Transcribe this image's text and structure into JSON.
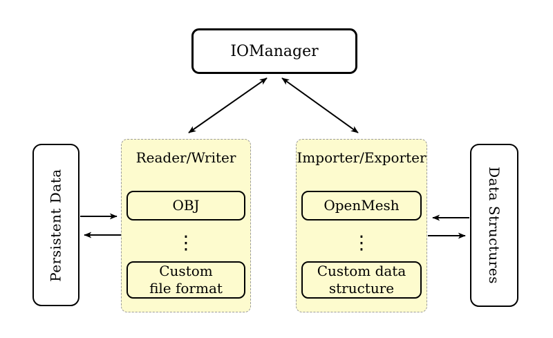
{
  "title_node": {
    "label": "IOManager"
  },
  "side_left": {
    "label": "Persistent Data"
  },
  "side_right": {
    "label": "Data Structures"
  },
  "module_left": {
    "title": "Reader/Writer",
    "item_top": "OBJ",
    "ellipsis": "⋮",
    "item_bottom_line1": "Custom",
    "item_bottom_line2": "file format"
  },
  "module_right": {
    "title": "Importer/Exporter",
    "item_top": "OpenMesh",
    "ellipsis": "⋮",
    "item_bottom_line1": "Custom data",
    "item_bottom_line2": "structure"
  },
  "edges": [
    {
      "from": "IOManager",
      "to": "Reader/Writer",
      "style": "bidirectional"
    },
    {
      "from": "IOManager",
      "to": "Importer/Exporter",
      "style": "bidirectional"
    },
    {
      "from": "Persistent Data",
      "to": "Reader/Writer",
      "style": "one-way"
    },
    {
      "from": "Reader/Writer",
      "to": "Persistent Data",
      "style": "one-way"
    },
    {
      "from": "Data Structures",
      "to": "Importer/Exporter",
      "style": "one-way"
    },
    {
      "from": "Importer/Exporter",
      "to": "Data Structures",
      "style": "one-way"
    }
  ],
  "colors": {
    "module_fill": "#fdfbce",
    "module_border": "#9a9a9a",
    "node_fill": "#ffffff",
    "line": "#000000"
  }
}
